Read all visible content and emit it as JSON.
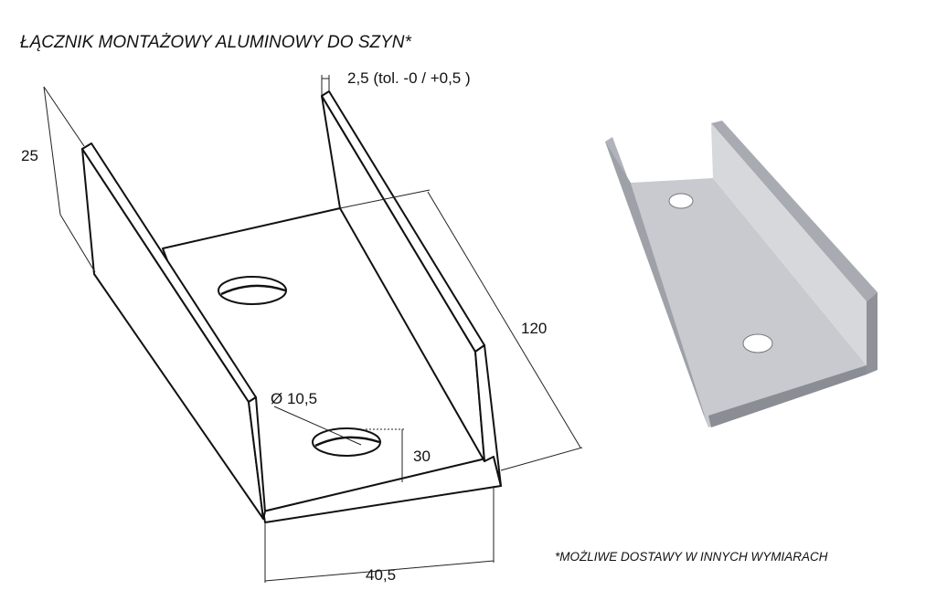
{
  "title": "ŁĄCZNIK MONTAŻOWY ALUMINOWY DO SZYN*",
  "note": "*MOŻLIWE DOSTAWY W INNYCH WYMIARACH",
  "dimensions": {
    "thickness": "2,5 (tol. -0 / +0,5 )",
    "height": "25",
    "length": "120",
    "hole_diameter": "Ø 10,5",
    "hole_offset": "30",
    "width": "40,5"
  }
}
